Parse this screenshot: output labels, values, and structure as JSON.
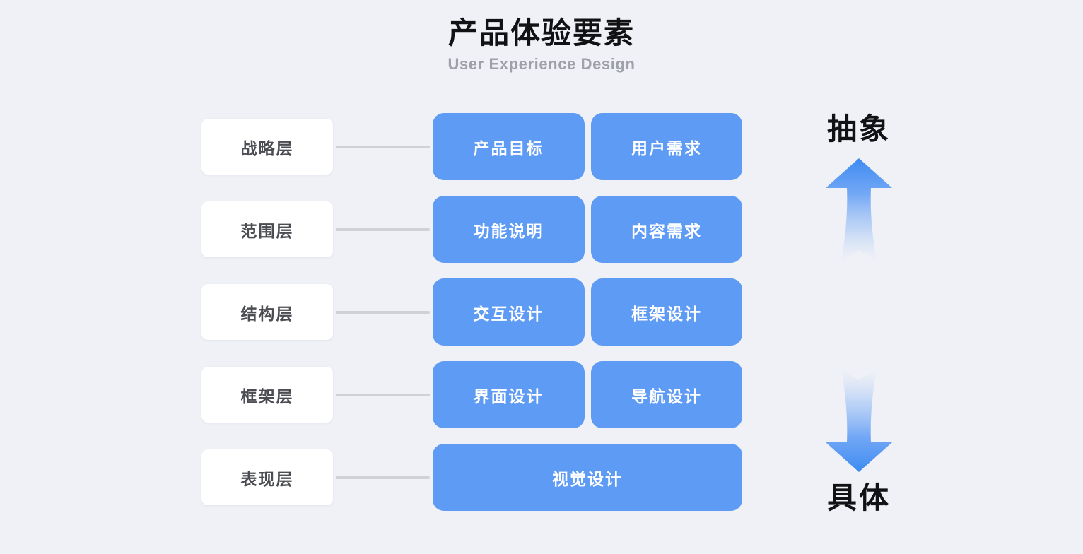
{
  "header": {
    "title": "产品体验要素",
    "subtitle": "User Experience Design"
  },
  "colors": {
    "background": "#eff1f6",
    "card_blue": "#5e9bf5",
    "label_box": "#ffffff",
    "label_text": "#4b4d52",
    "connector": "#cfd1d6",
    "title_text": "#111214",
    "subtitle_text": "#9fa1a8"
  },
  "axis": {
    "top_label": "抽象",
    "bottom_label": "具体",
    "up_arrow_icon": "arrow-up-icon",
    "down_arrow_icon": "arrow-down-icon"
  },
  "rows": [
    {
      "layer": "战略层",
      "cards": [
        "产品目标",
        "用户需求"
      ]
    },
    {
      "layer": "范围层",
      "cards": [
        "功能说明",
        "内容需求"
      ]
    },
    {
      "layer": "结构层",
      "cards": [
        "交互设计",
        "框架设计"
      ]
    },
    {
      "layer": "框架层",
      "cards": [
        "界面设计",
        "导航设计"
      ]
    },
    {
      "layer": "表现层",
      "cards": [
        "视觉设计"
      ]
    }
  ]
}
